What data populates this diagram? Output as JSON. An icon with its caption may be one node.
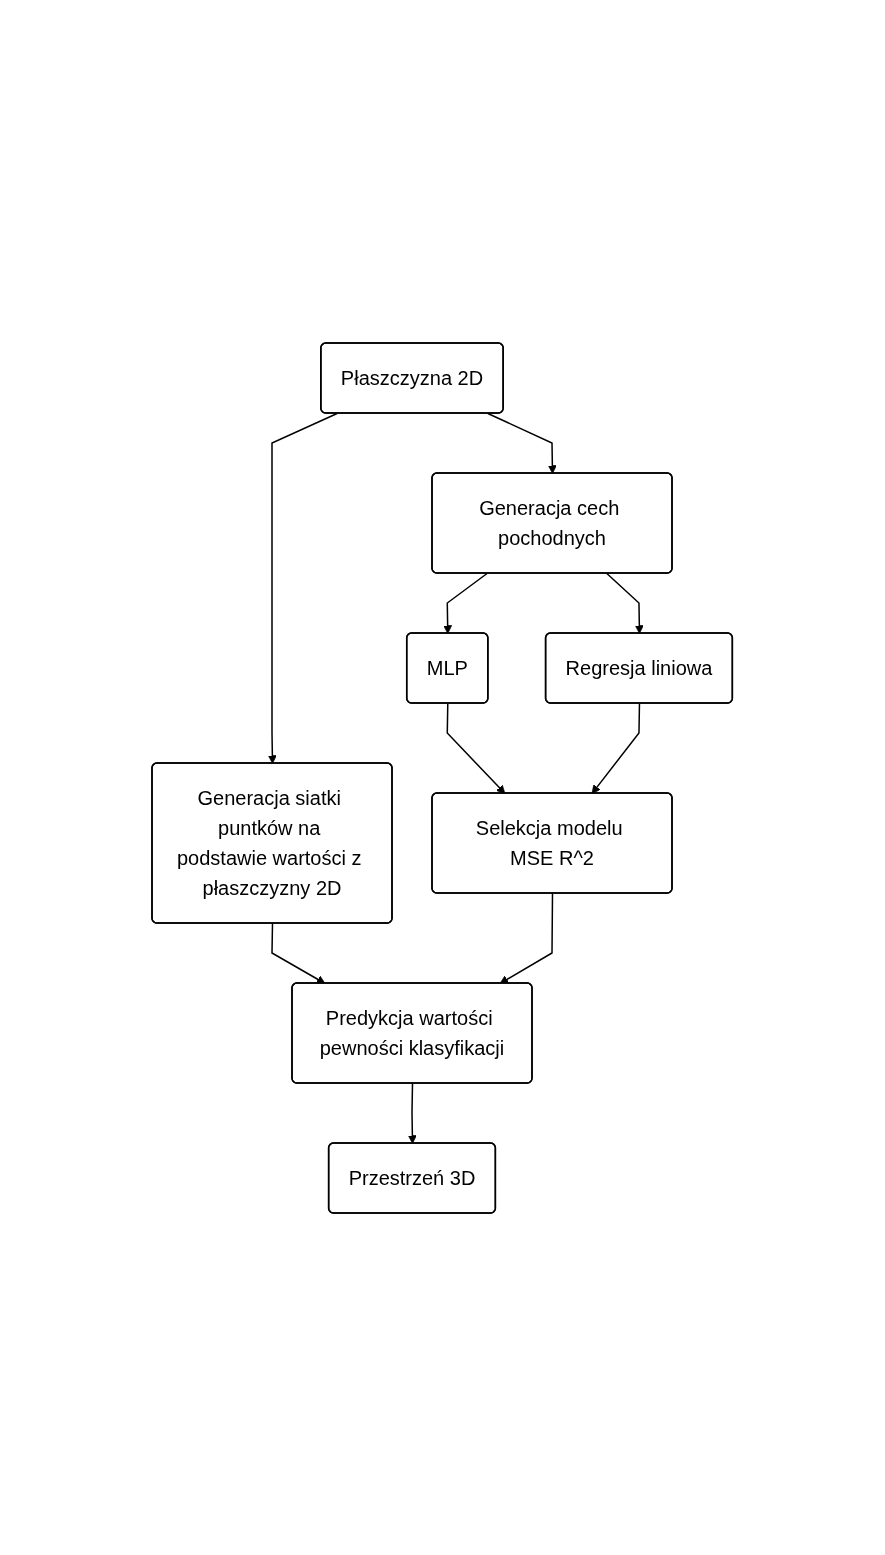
{
  "diagram": {
    "nodes": [
      {
        "text": [
          "Płaszczyzna 2D"
        ]
      },
      {
        "text": [
          "Generacja cech pochodnych"
        ]
      },
      {
        "text": [
          "MLP"
        ]
      },
      {
        "text": [
          "Regresja liniowa"
        ]
      },
      {
        "text": [
          "Selekcja modelu MSE R^2"
        ]
      },
      {
        "text": [
          "Generacja siatki puntków na podstawie wartości z płaszczyzny 2D"
        ]
      },
      {
        "text": [
          "Predykcja wartości pewności klasyfikacji"
        ]
      },
      {
        "text": [
          "Przestrzeń 3D"
        ]
      }
    ],
    "edges": [
      {
        "from": 0,
        "to": 1,
        "arrow": "to"
      },
      {
        "from": 1,
        "to": 2,
        "arrow": "to"
      },
      {
        "from": 1,
        "to": 3,
        "arrow": "to"
      },
      {
        "from": 2,
        "to": 4,
        "arrow": "to"
      },
      {
        "from": 3,
        "to": 4,
        "arrow": "to"
      },
      {
        "from": 0,
        "to": 5,
        "arrow": "to"
      },
      {
        "from": 5,
        "to": 6,
        "arrow": "to"
      },
      {
        "from": 4,
        "to": 6,
        "arrow": "to"
      },
      {
        "from": 6,
        "to": 7,
        "arrow": "to"
      }
    ]
  }
}
